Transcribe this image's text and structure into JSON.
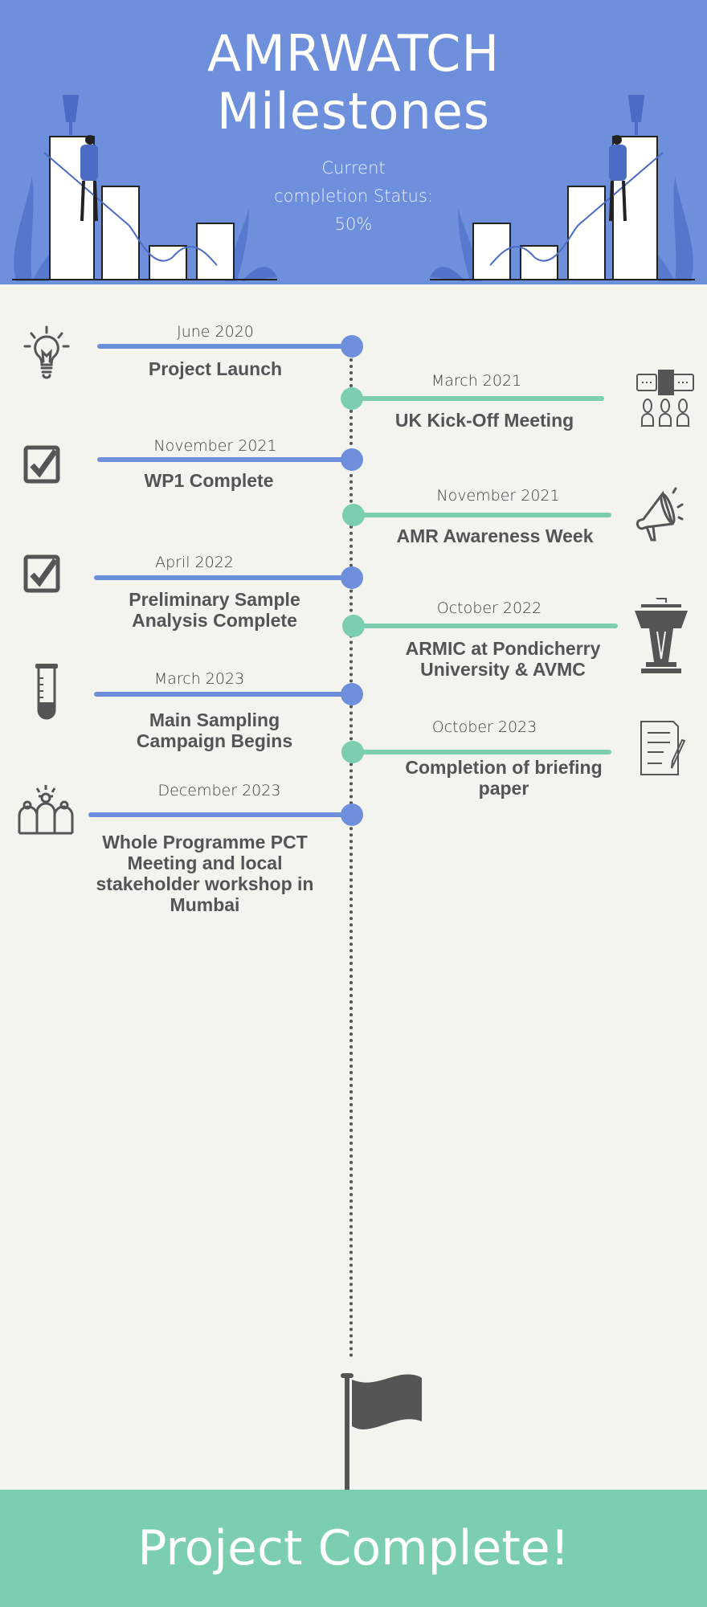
{
  "header": {
    "title_line1": "AMRWATCH",
    "title_line2": "Milestones",
    "status_line1": "Current",
    "status_line2": "completion Status:",
    "status_value": "50%",
    "completion_percent": 50
  },
  "colors": {
    "header": "#6d8fdc",
    "left": "#6d8fdc",
    "right": "#7ccfae",
    "footer": "#7ccfae",
    "text": "#545454"
  },
  "milestones_left": [
    {
      "date": "June 2020",
      "title": "Project Launch",
      "icon": "lightbulb-icon"
    },
    {
      "date": "November 2021",
      "title": "WP1 Complete",
      "icon": "checkbox-icon"
    },
    {
      "date": "April 2022",
      "title": "Preliminary Sample Analysis Complete",
      "icon": "checkbox-icon"
    },
    {
      "date": "March 2023",
      "title": "Main Sampling Campaign Begins",
      "icon": "test-tube-icon"
    },
    {
      "date": "December 2023",
      "title": "Whole Programme PCT Meeting and local stakeholder workshop in Mumbai",
      "icon": "team-icon"
    }
  ],
  "milestones_right": [
    {
      "date": "March 2021",
      "title": "UK Kick-Off Meeting",
      "icon": "meeting-icon"
    },
    {
      "date": "November 2021",
      "title": "AMR Awareness Week",
      "icon": "megaphone-icon"
    },
    {
      "date": "October 2022",
      "title": "ARMIC at Pondicherry University & AVMC",
      "icon": "podium-icon"
    },
    {
      "date": "October 2023",
      "title": "Completion of briefing paper",
      "icon": "document-icon"
    }
  ],
  "footer": {
    "label": "Project Complete!"
  }
}
